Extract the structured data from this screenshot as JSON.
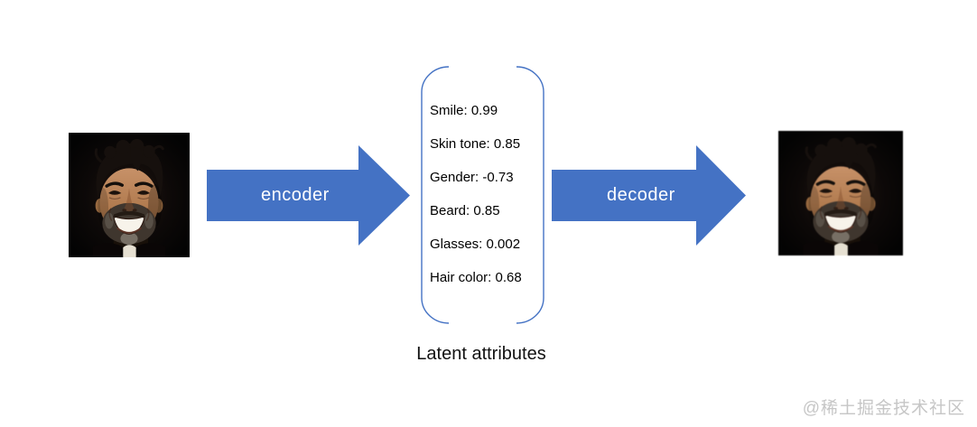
{
  "diagram": {
    "type": "autoencoder-architecture",
    "encoder": {
      "label": "encoder"
    },
    "decoder": {
      "label": "decoder"
    },
    "latent": {
      "caption": "Latent attributes",
      "items": [
        {
          "label": "Smile",
          "value": "0.99",
          "text": "Smile: 0.99"
        },
        {
          "label": "Skin tone",
          "value": "0.85",
          "text": "Skin tone: 0.85"
        },
        {
          "label": "Gender",
          "value": "-0.73",
          "text": "Gender: -0.73"
        },
        {
          "label": "Beard",
          "value": "0.85",
          "text": "Beard: 0.85"
        },
        {
          "label": "Glasses",
          "value": "0.002",
          "text": "Glasses: 0.002"
        },
        {
          "label": "Hair color",
          "value": "0.68",
          "text": "Hair color: 0.68"
        }
      ]
    },
    "images": {
      "input": "photo of smiling bearded man on black background",
      "output": "reconstructed photo of smiling bearded man on black background"
    },
    "watermark": "@稀土掘金技术社区",
    "colors": {
      "arrow_fill": "#4472C4",
      "arrow_text": "#FFFFFF",
      "bracket_stroke": "#4472C4",
      "body_text": "#000000",
      "watermark_text": "#C6C6C6",
      "background": "#FFFFFF"
    }
  }
}
